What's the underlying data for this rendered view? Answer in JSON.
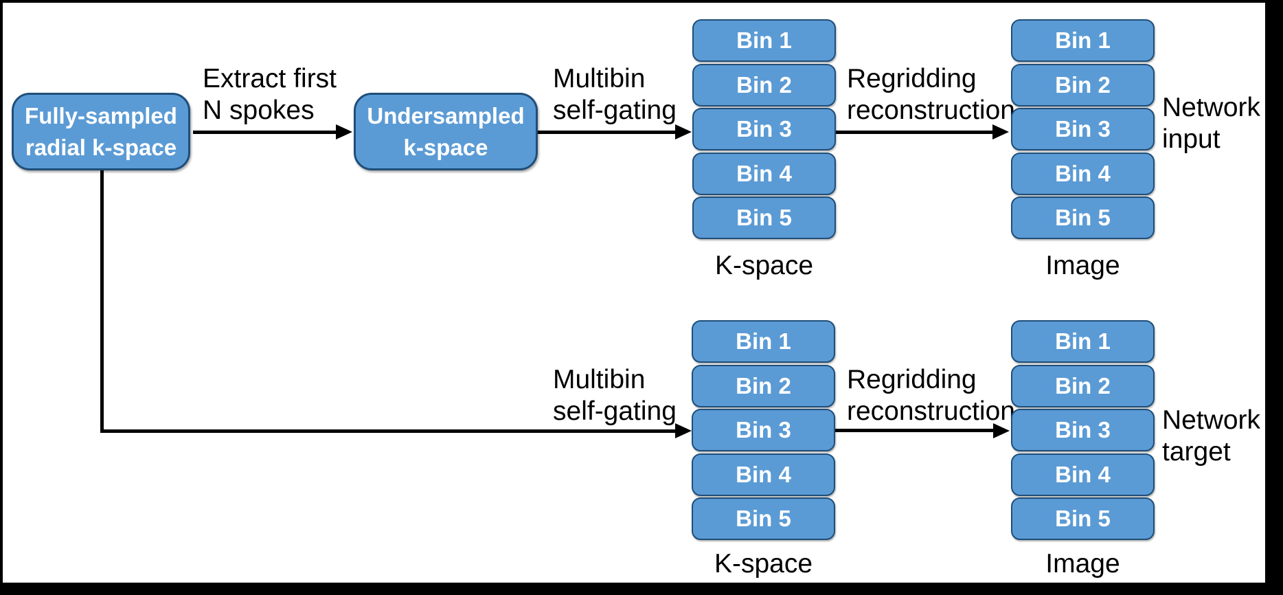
{
  "figure": {
    "description_colors": {
      "bin_fill": "#5b9bd5",
      "bin_border": "#1f4e79",
      "arrow": "#000000",
      "canvas": "#ffffff",
      "frame": "#000000",
      "node_text": "#ffffff",
      "label_text": "#000000"
    },
    "boxes": {
      "source": [
        "Fully-sampled",
        "radial k-space"
      ],
      "undersampled": [
        "Undersampled",
        "k-space"
      ]
    },
    "labels": {
      "extract": [
        "Extract first",
        "N spokes"
      ],
      "multibin_top": [
        "Multibin",
        "self-gating"
      ],
      "regrid_top": [
        "Regridding",
        "reconstruction"
      ],
      "network_input": [
        "Network",
        "input"
      ],
      "multibin_bottom": [
        "Multibin",
        "self-gating"
      ],
      "regrid_bottom": [
        "Regridding",
        "reconstruction"
      ],
      "network_target": [
        "Network",
        "target"
      ]
    },
    "stacks": [
      {
        "bins": [
          "Bin 1",
          "Bin 2",
          "Bin 3",
          "Bin 4",
          "Bin 5"
        ],
        "caption": "K-space"
      },
      {
        "bins": [
          "Bin 1",
          "Bin 2",
          "Bin 3",
          "Bin 4",
          "Bin 5"
        ],
        "caption": "Image"
      },
      {
        "bins": [
          "Bin 1",
          "Bin 2",
          "Bin 3",
          "Bin 4",
          "Bin 5"
        ],
        "caption": "K-space"
      },
      {
        "bins": [
          "Bin 1",
          "Bin 2",
          "Bin 3",
          "Bin 4",
          "Bin 5"
        ],
        "caption": "Image"
      }
    ]
  }
}
